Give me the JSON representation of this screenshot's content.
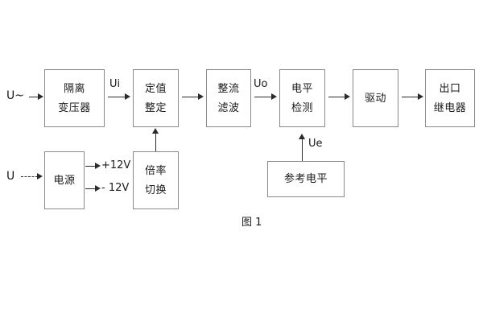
{
  "figure": {
    "caption": "图 1",
    "stroke_color": "#8a8a8a",
    "line_color": "#2b2b2b",
    "text_color": "#1a1a1a",
    "background": "#ffffff"
  },
  "blocks": [
    {
      "id": "isolation-transformer",
      "lines": [
        "隔离",
        "变压器"
      ]
    },
    {
      "id": "setpoint-setting",
      "lines": [
        "定值",
        "整定"
      ]
    },
    {
      "id": "rectify-filter",
      "lines": [
        "整流",
        "滤波"
      ]
    },
    {
      "id": "level-detection",
      "lines": [
        "电平",
        "检测"
      ]
    },
    {
      "id": "drive",
      "lines": [
        "驱动"
      ]
    },
    {
      "id": "output-relay",
      "lines": [
        "出口",
        "继电器"
      ]
    },
    {
      "id": "power-supply",
      "lines": [
        "电源"
      ]
    },
    {
      "id": "multiplier-switch",
      "lines": [
        "倍率",
        "切换"
      ]
    },
    {
      "id": "reference-level",
      "lines": [
        "参考电平"
      ]
    }
  ],
  "signals": {
    "ac_input": "U~",
    "dc_input": "U",
    "ui": "Ui",
    "uo": "Uo",
    "ue": "Ue",
    "rail_positive": "+12V",
    "rail_negative": "- 12V"
  }
}
